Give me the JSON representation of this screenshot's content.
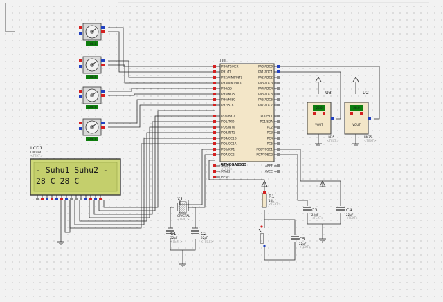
{
  "microcontroller": {
    "ref": "U1",
    "part": "ATMEGA8535",
    "text_placeholder": "<TEXT>",
    "left_pins": [
      "PB0/T0/XCK",
      "PB1/T1",
      "PB2/AIN0/INT2",
      "PB3/AIN1/OC0",
      "PB4/SS",
      "PB5/MOSI",
      "PB6/MISO",
      "PB7/SCK",
      "",
      "PD0/RXD",
      "PD1/TXD",
      "PD2/INT0",
      "PD3/INT1",
      "PD4/OC1B",
      "PD5/OC1A",
      "PD6/ICP1",
      "PD7/OC2",
      "",
      "XTAL1",
      "XTAL2",
      "RESET"
    ],
    "right_pins": [
      "PA0/ADC0",
      "PA1/ADC1",
      "PA2/ADC2",
      "PA3/ADC3",
      "PA4/ADC4",
      "PA5/ADC5",
      "PA6/ADC6",
      "PA7/ADC7",
      "",
      "PC0/SCL",
      "PC1/SDA",
      "PC2",
      "PC3",
      "PC4",
      "PC5",
      "PC6/TOSC1",
      "PC7/TOSC2",
      "",
      "AREF",
      "AVCC"
    ]
  },
  "lcd": {
    "ref": "LCD1",
    "part": "LM016L",
    "text_placeholder": "<TEXT>",
    "line1": "- Suhu1  Suhu2 -",
    "line2": "  28  C  28  C  "
  },
  "motors": [
    {
      "label": "+88.8"
    },
    {
      "label": "+88.8"
    },
    {
      "label": "+88.8"
    },
    {
      "label": "+88.8"
    }
  ],
  "sensors": [
    {
      "ref": "U3",
      "part": "LM35",
      "display": "28.0",
      "vout": "VOUT",
      "text_placeholder": "<TEXT>"
    },
    {
      "ref": "U2",
      "part": "LM35",
      "display": "28.0",
      "vout": "VOUT",
      "text_placeholder": "<TEXT>"
    }
  ],
  "crystal": {
    "ref": "X1",
    "label": "CRYSTAL",
    "text_placeholder": "<TEXT>"
  },
  "resistor": {
    "ref": "R1",
    "value": "10k",
    "text_placeholder": "<TEXT>"
  },
  "capacitors": [
    {
      "ref": "C1",
      "value": "22pF",
      "text_placeholder": "<TEXT>"
    },
    {
      "ref": "C2",
      "value": "22pF",
      "text_placeholder": "<TEXT>"
    },
    {
      "ref": "C3",
      "value": "22pF",
      "text_placeholder": "<TEXT>"
    },
    {
      "ref": "C4",
      "value": "22pF",
      "text_placeholder": "<TEXT>"
    },
    {
      "ref": "C5",
      "value": "22pF",
      "text_placeholder": "<TEXT>"
    }
  ],
  "colors": {
    "wire": "#2a2a2a",
    "pin_red": "#d42020",
    "pin_blue": "#2040c0",
    "part_body": "#f3e6c8",
    "lcd_body": "#cfd97a",
    "lcd_border": "#3b3b3b",
    "display_green": "#0d7d0d",
    "motor_fill": "#d9d9d9"
  }
}
